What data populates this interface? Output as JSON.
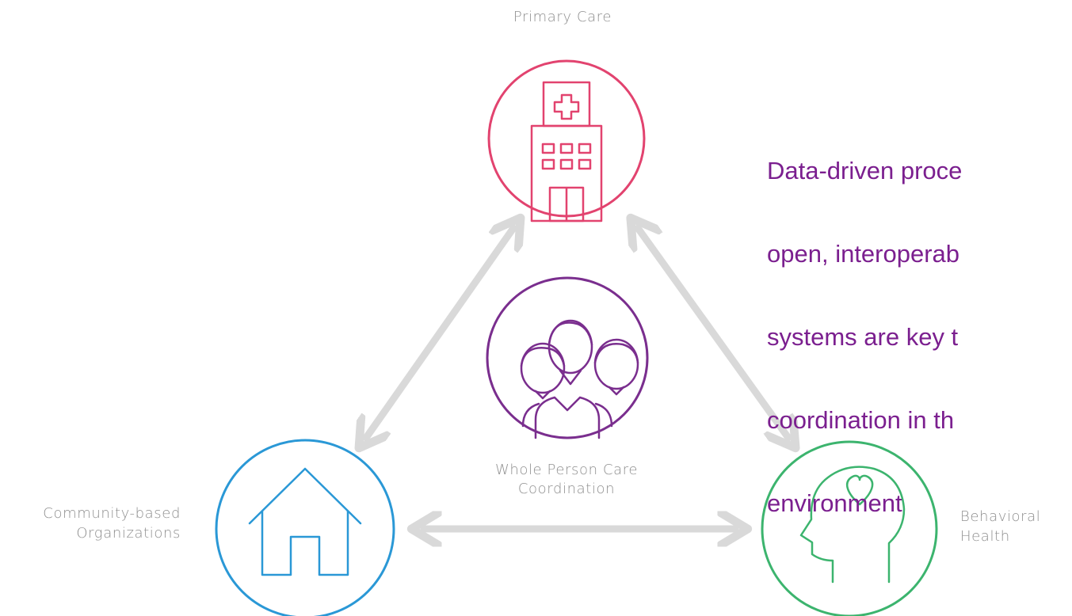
{
  "nodes": {
    "primary_care": {
      "label": "Primary Care",
      "color": "#e2436f",
      "icon": "hospital-icon"
    },
    "whole_person": {
      "label_line1": "Whole Person Care",
      "label_line2": "Coordination",
      "color": "#7a2e8e",
      "icon": "people-group-icon"
    },
    "community": {
      "label_line1": "Community-based",
      "label_line2": "Organizations",
      "color": "#2a98d6",
      "icon": "house-icon"
    },
    "behavioral": {
      "label_line1": "Behavioral",
      "label_line2": "Health",
      "color": "#3cb46e",
      "icon": "head-heart-icon"
    }
  },
  "connector_color": "#d9d9d9",
  "callout": {
    "color": "#7b1f8f",
    "lines": [
      "Data-driven proce",
      "open, interoperab",
      "systems are key t",
      "coordination in th",
      "environment"
    ]
  }
}
